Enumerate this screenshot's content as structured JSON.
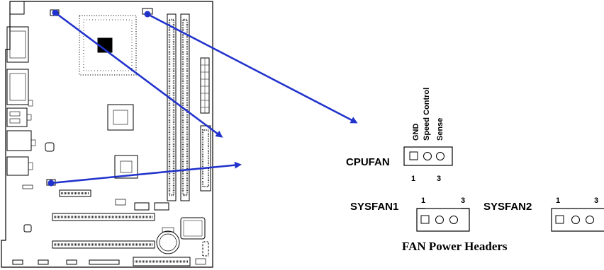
{
  "headers": {
    "cpufan": {
      "label": "CPUFAN",
      "pin_names": [
        "GND",
        "Speed Control",
        "Sense"
      ],
      "pin_first": "1",
      "pin_last": "3"
    },
    "sysfan1": {
      "label": "SYSFAN1",
      "pin_first": "1",
      "pin_last": "3"
    },
    "sysfan2": {
      "label": "SYSFAN2",
      "pin_first": "1",
      "pin_last": "3"
    }
  },
  "caption": "FAN Power Headers",
  "colors": {
    "arrow": "#2233cc",
    "ink": "#000000"
  }
}
